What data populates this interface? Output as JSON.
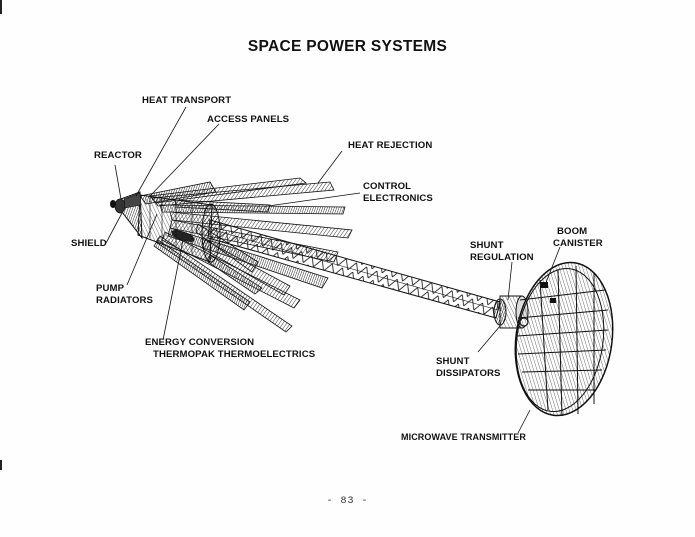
{
  "diagram": {
    "title": "SPACE POWER SYSTEMS",
    "labels": {
      "heat_transport": "HEAT TRANSPORT",
      "access_panels": "ACCESS PANELS",
      "reactor": "REACTOR",
      "heat_rejection": "HEAT REJECTION",
      "control_electronics_1": "CONTROL",
      "control_electronics_2": "ELECTRONICS",
      "shield": "SHIELD",
      "pump_radiators_1": "PUMP",
      "pump_radiators_2": "RADIATORS",
      "energy_conversion_1": "ENERGY CONVERSION",
      "energy_conversion_2": "THERMOPAK THERMOELECTRICS",
      "boom_canister_1": "BOOM",
      "boom_canister_2": "CANISTER",
      "shunt_regulation_1": "SHUNT",
      "shunt_regulation_2": "REGULATION",
      "shunt_dissipators_1": "SHUNT",
      "shunt_dissipators_2": "DISSIPATORS",
      "microwave_transmitter": "MICROWAVE TRANSMITTER"
    }
  },
  "footer": {
    "page_number": "- 83 -"
  }
}
